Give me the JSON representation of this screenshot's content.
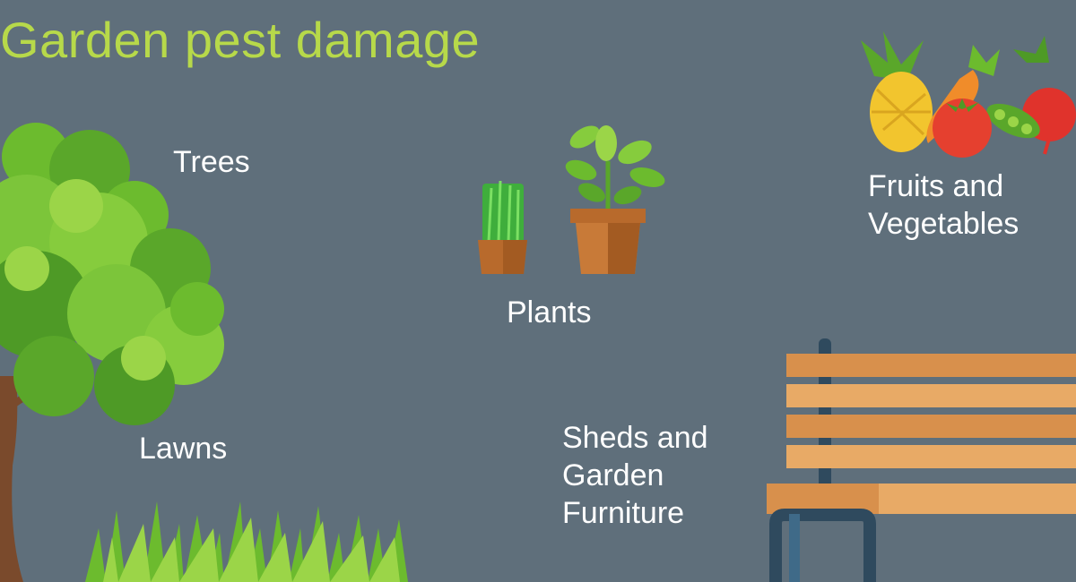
{
  "title": "Garden pest damage",
  "categories": {
    "trees": "Trees",
    "plants": "Plants",
    "fruits": "Fruits and\nVegetables",
    "lawns": "Lawns",
    "sheds": "Sheds and\nGarden\nFurniture"
  },
  "icons": [
    "tree-icon",
    "potted-grass-icon",
    "potted-plant-icon",
    "fruits-vegetables-icon",
    "grass-icon",
    "bench-icon"
  ],
  "colors": {
    "background": "#5f6f7b",
    "title": "#b7d94a",
    "label": "#ffffff"
  }
}
